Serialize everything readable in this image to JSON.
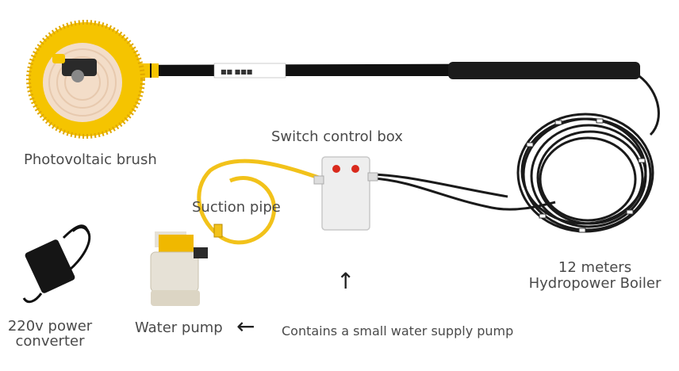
{
  "labels": {
    "photovoltaic_brush": "Photovoltaic brush",
    "switch_control_box": "Switch control box",
    "suction_pipe": "Suction pipe",
    "boiler_line1": "12 meters",
    "boiler_line2": "Hydropower Boiler",
    "power_line1": "220v power",
    "power_line2": "converter",
    "water_pump": "Water pump",
    "supply_pump_note": "Contains a small water supply pump"
  },
  "pole_tag": "■■ ■■■",
  "arrows": {
    "up": "↑",
    "left": "←"
  },
  "colors": {
    "bristles": "#f5c400",
    "hose": "#f2c21a",
    "pole": "#111111",
    "box": "#eeeeee",
    "switch_red": "#d9291c",
    "pump_yellow": "#f0b800"
  }
}
